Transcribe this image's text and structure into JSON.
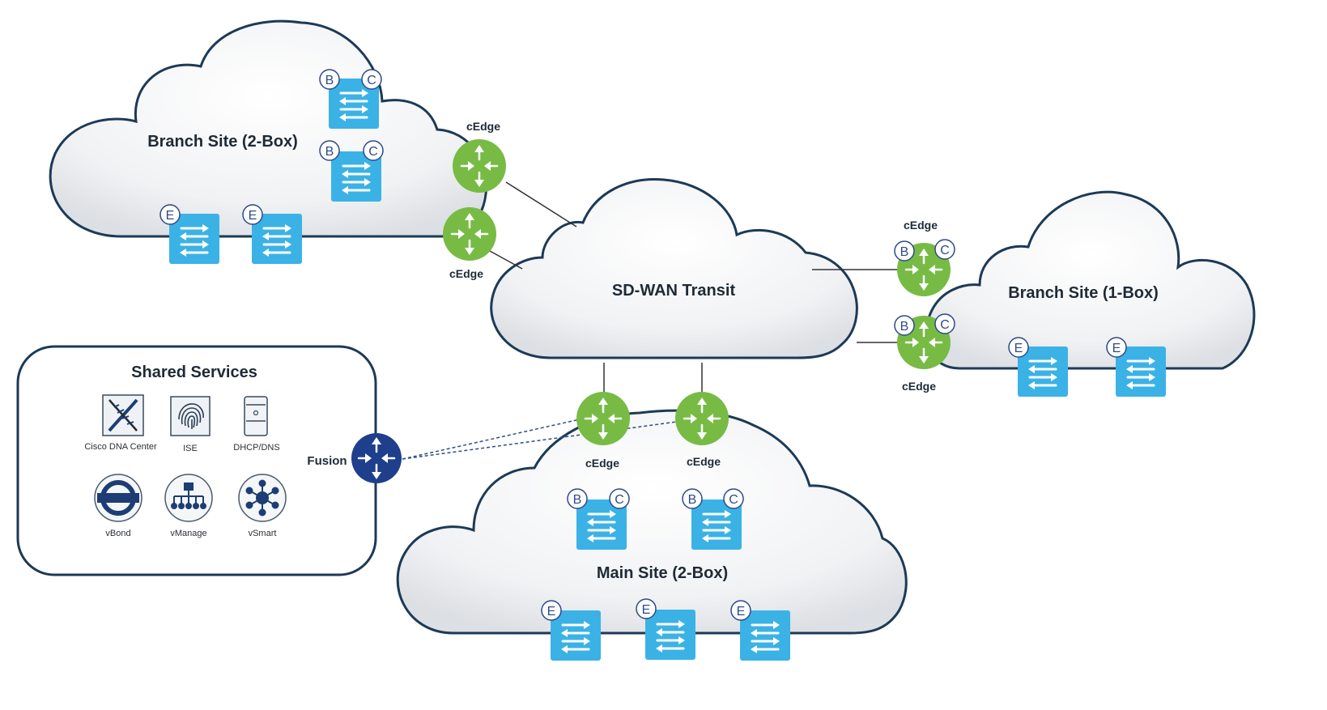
{
  "clouds": {
    "branch_2box": "Branch Site (2-Box)",
    "sdwan": "SD-WAN Transit",
    "branch_1box": "Branch Site (1-Box)",
    "main_2box": "Main Site (2-Box)"
  },
  "routers": {
    "cedge_label": "cEdge",
    "fusion_label": "Fusion"
  },
  "badges": {
    "border": "B",
    "control": "C",
    "edge": "E"
  },
  "shared_services": {
    "title": "Shared Services",
    "items": [
      "Cisco DNA Center",
      "ISE",
      "DHCP/DNS",
      "vBond",
      "vManage",
      "vSmart"
    ]
  },
  "colors": {
    "switch_blue": "#3bb2e6",
    "router_green": "#77bb45",
    "fusion_navy": "#1f3f8c",
    "cloud_stroke": "#1c3a57",
    "badge_stroke": "#2f4a8a"
  },
  "icons": {
    "switch": "switch-icon",
    "router": "router-icon",
    "dna": "dna-center-icon",
    "ise": "ise-fingerprint-icon",
    "dhcp": "server-icon",
    "vbond": "vbond-icon",
    "vmanage": "vmanage-icon",
    "vsmart": "vsmart-icon"
  }
}
